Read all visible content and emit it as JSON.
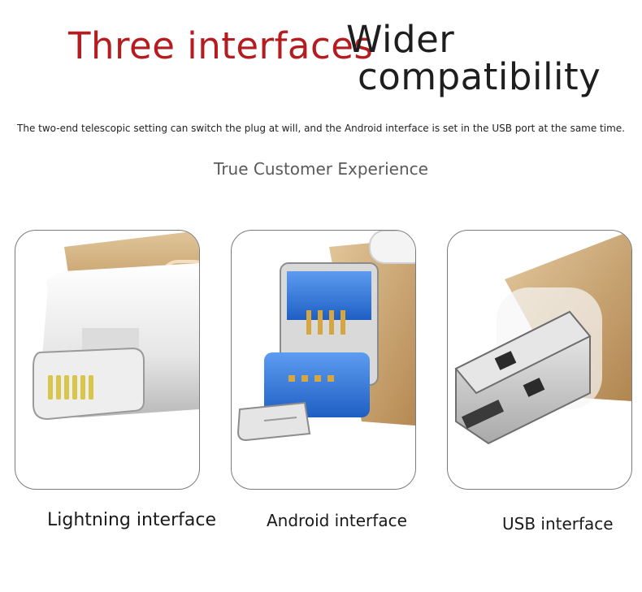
{
  "headline": {
    "red": "Three interfaces",
    "line1": "Wider",
    "line2": "compatibility"
  },
  "description": "The two-end telescopic setting can switch the plug at will, and the Android interface is set in the USB port at the same time.",
  "subheading": "True Customer Experience",
  "cards": [
    {
      "label": "Lightning interface"
    },
    {
      "label": "Android interface"
    },
    {
      "label": "USB interface"
    }
  ],
  "colors": {
    "accent_red": "#b51c1f",
    "gold": "#c9a36f",
    "blue": "#2a6fd6"
  }
}
